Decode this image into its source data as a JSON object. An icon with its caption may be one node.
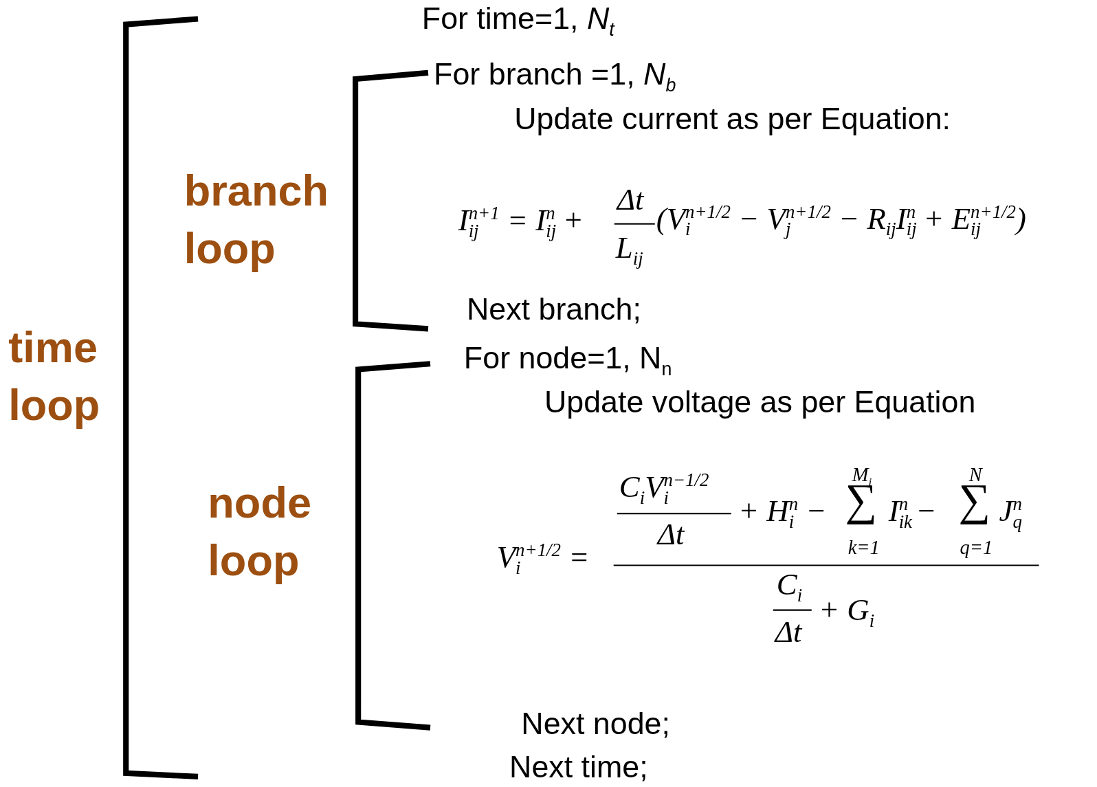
{
  "diagram": {
    "labels": [
      "For time=1, *N*$_{t}$",
      "For branch =1, *N*$_{b}$",
      "Update current as per Equation:",
      "branch loop",
      "I$_{ij}$$^{n+1}$ = I$_{ij}$$^{n}$ +",
      "Δt",
      "L$_{ij}$",
      "(V$_{i}$$^{n+1/2}$ − V$_{j}$$^{n+1/2}$ − R$_{ij}$I$_{ij}$$^{n}$ + E$_{ij}$$^{n+1/2}$)",
      "Next branch;",
      "time loop",
      "For node=1, N$_{n}$",
      "Update voltage as per Equation",
      "node loop",
      "V$_{i}$$^{n+1/2}$ =",
      "C$_{i}$V$_{i}$$^{n−1/2}$",
      "Δt",
      "+ H$_{i}$$^{n}$ −",
      "M$_{i}$",
      "∑",
      "k=1",
      "I$_{ik}$$^{n}$ −",
      "N",
      "∑",
      "q=1",
      "J$_{q}$$^{n}$",
      "C$_{i}$",
      "Δt",
      "+ G$_{i}$",
      "Next node;",
      "Next time;"
    ]
  }
}
